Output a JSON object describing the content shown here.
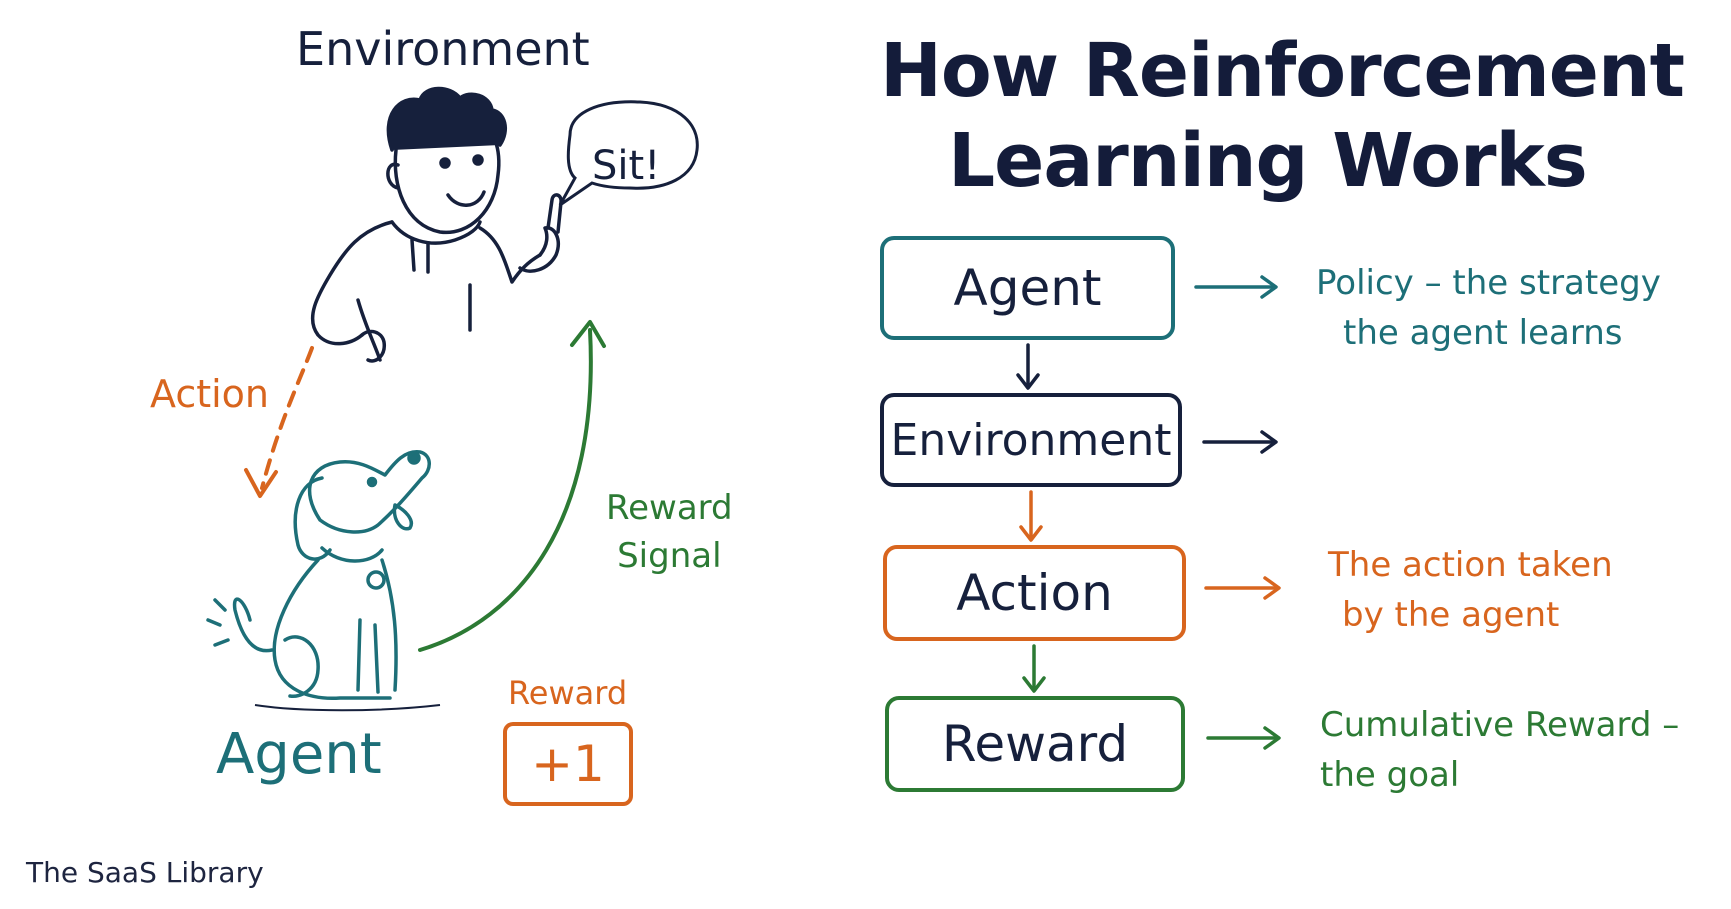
{
  "title": {
    "line1": "How Reinforcement",
    "line2": "Learning Works"
  },
  "illustration": {
    "environment_label": "Environment",
    "agent_label": "Agent",
    "speech_bubble": "Sit!",
    "action_label": "Action",
    "reward_signal_label_line1": "Reward",
    "reward_signal_label_line2": "Signal",
    "reward_label": "Reward",
    "reward_value": "+1"
  },
  "flow": {
    "boxes": [
      "Agent",
      "Environment",
      "Action",
      "Reward"
    ],
    "descriptions": {
      "agent_line1": "Policy – the strategy",
      "agent_line2": "the agent learns",
      "action_line1": "The action taken",
      "action_line2": "by the agent",
      "reward_line1": "Cumulative Reward –",
      "reward_line2": "the goal"
    }
  },
  "footer": {
    "brand": "The SaaS Library"
  },
  "colors": {
    "navy": "#16203c",
    "teal": "#1d6f78",
    "orange": "#d8651e",
    "green": "#2c7a34"
  }
}
